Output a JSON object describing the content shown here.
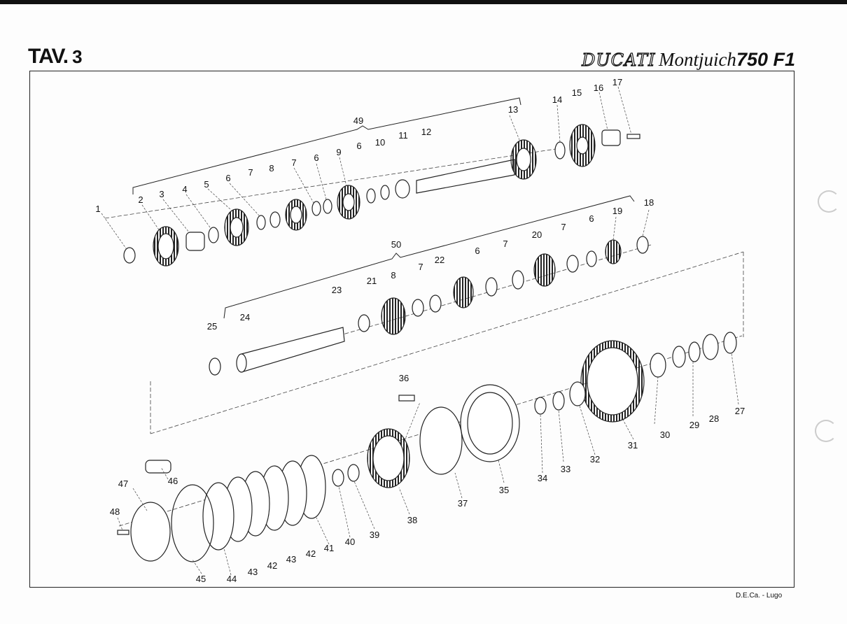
{
  "header": {
    "plate_label": "TAV.",
    "plate_number": "3",
    "brand": "DUCATI",
    "model": "Montjuich",
    "version": "750 F1"
  },
  "footer": {
    "credit": "D.E.Ca. - Lugo"
  },
  "callouts": {
    "c1": "1",
    "c2": "2",
    "c3": "3",
    "c4": "4",
    "c5": "5",
    "c6a": "6",
    "c7a": "7",
    "c8a": "8",
    "c7b": "7",
    "c6b": "6",
    "c9": "9",
    "c6c": "6",
    "c10": "10",
    "c11": "11",
    "c12": "12",
    "c13": "13",
    "c14": "14",
    "c15": "15",
    "c16": "16",
    "c17": "17",
    "c18": "18",
    "c19": "19",
    "c6d": "6",
    "c7c": "7",
    "c20": "20",
    "c7d": "7",
    "c6e": "6",
    "c22": "22",
    "c7e": "7",
    "c8b": "8",
    "c21": "21",
    "c23": "23",
    "c24": "24",
    "c25": "25",
    "c49": "49",
    "c50": "50",
    "c36": "36",
    "c27": "27",
    "c28": "28",
    "c29": "29",
    "c30": "30",
    "c31": "31",
    "c32": "32",
    "c33": "33",
    "c34": "34",
    "c35": "35",
    "c37": "37",
    "c38": "38",
    "c39": "39",
    "c40": "40",
    "c41": "41",
    "c42a": "42",
    "c43a": "43",
    "c42b": "42",
    "c43b": "43",
    "c44": "44",
    "c45": "45",
    "c46": "46",
    "c47": "47",
    "c48": "48"
  }
}
